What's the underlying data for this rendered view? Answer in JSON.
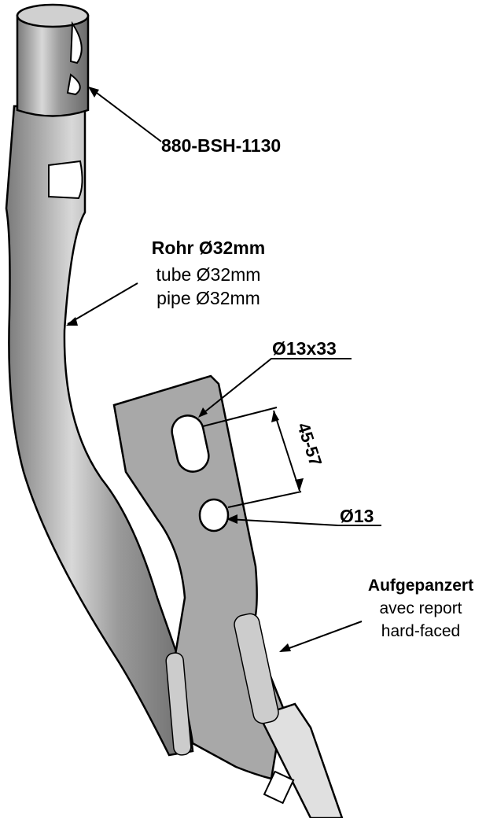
{
  "part_number": "880-BSH-1130",
  "tube_label": {
    "title": "Rohr Ø32mm",
    "line2": "tube Ø32mm",
    "line3": "pipe Ø32mm"
  },
  "slot_label": "Ø13x33",
  "distance_label": "45-57",
  "hole_label": "Ø13",
  "hardfacing_label": {
    "title": "Aufgepanzert",
    "line2": "avec report",
    "line3": "hard-faced"
  },
  "colors": {
    "metal": "#9a9a9a",
    "metal_light": "#c8c8c8",
    "outline": "#000000"
  }
}
